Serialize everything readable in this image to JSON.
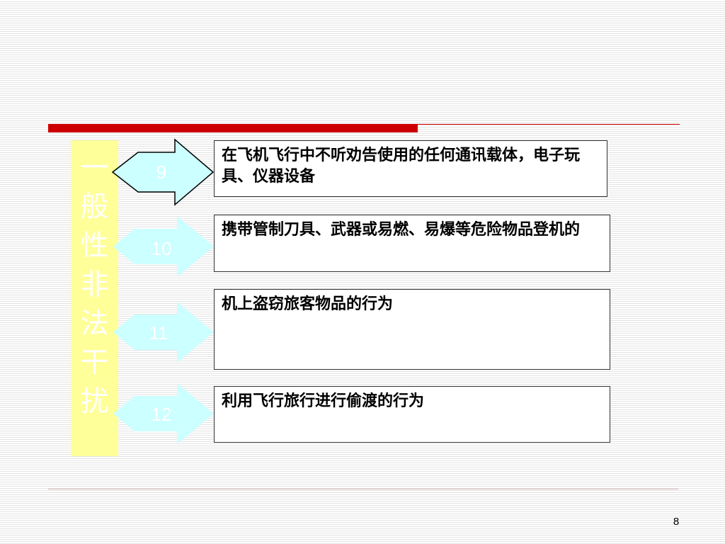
{
  "slide": {
    "side_title_chars": [
      "一",
      "般",
      "性",
      "非",
      "法",
      "干",
      "扰"
    ],
    "items": [
      {
        "number": "9",
        "text": "在飞机飞行中不听劝告使用的任何通讯载体，电子玩具、仪器设备"
      },
      {
        "number": "10",
        "text": "携带管制刀具、武器或易燃、易爆等危险物品登机的"
      },
      {
        "number": "11",
        "text": "机上盗窃旅客物品的行为"
      },
      {
        "number": "12",
        "text": "利用飞行旅行进行偷渡的行为"
      }
    ],
    "page_number": "8"
  },
  "colors": {
    "accent_red": "#cc0000",
    "side_panel": "#ffff99",
    "arrow_fill": "#ccffff"
  }
}
